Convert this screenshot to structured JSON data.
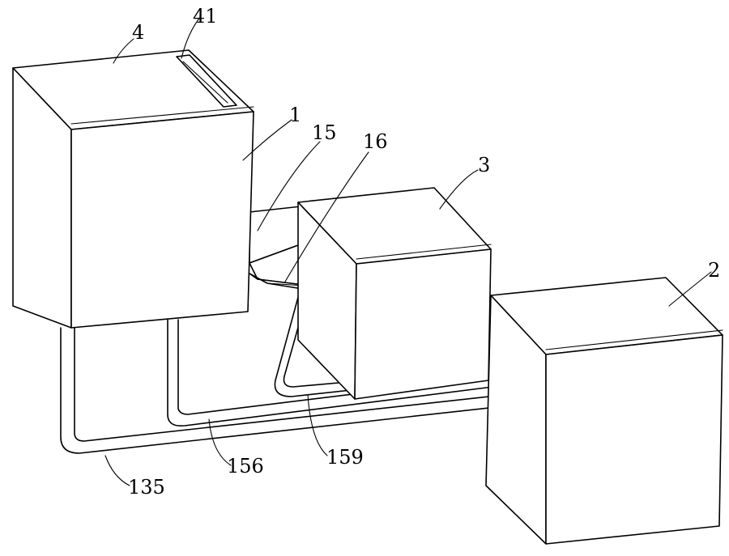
{
  "figure": {
    "labels": {
      "l4": "4",
      "l41": "41",
      "l1": "1",
      "l15": "15",
      "l16": "16",
      "l3": "3",
      "l2": "2",
      "l135": "135",
      "l156": "156",
      "l159": "159"
    },
    "colors": {
      "line": "#000000",
      "background": "#ffffff"
    }
  }
}
